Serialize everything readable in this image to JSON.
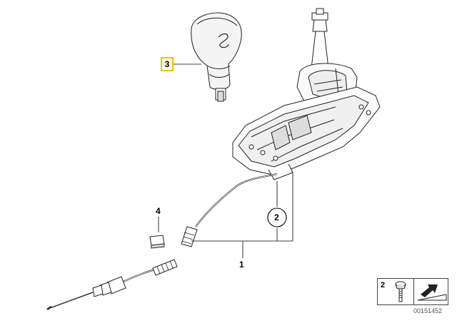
{
  "callouts": {
    "highlighted": "3",
    "clip": "4",
    "bolt": "2",
    "cable": "1"
  },
  "legend": {
    "item_number": "2"
  },
  "diagram_id": "00151452",
  "colors": {
    "highlight": "#f2c200",
    "line": "#000000"
  }
}
